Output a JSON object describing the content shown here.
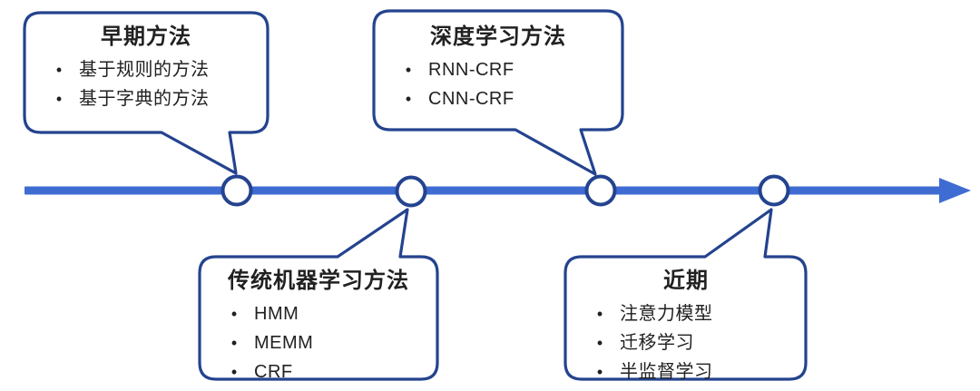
{
  "ui": {
    "bullet_char": "•"
  },
  "colors": {
    "timeline_blue": "#3E6CD2",
    "outline_navy": "#24438F",
    "bubble_fill": "#ffffff",
    "text": "#212121"
  },
  "timeline": {
    "direction": "left-to-right",
    "node_count": 4
  },
  "bubbles": [
    {
      "id": "early-methods",
      "position": "top-left",
      "title": "早期方法",
      "items": [
        "基于规则的方法",
        "基于字典的方法"
      ]
    },
    {
      "id": "deep-learning-methods",
      "position": "top-middle",
      "title": "深度学习方法",
      "items": [
        "RNN-CRF",
        "CNN-CRF"
      ]
    },
    {
      "id": "traditional-ml-methods",
      "position": "bottom-middle",
      "title": "传统机器学习方法",
      "items": [
        "HMM",
        "MEMM",
        "CRF"
      ]
    },
    {
      "id": "recent",
      "position": "bottom-right",
      "title": "近期",
      "items": [
        "注意力模型",
        "迁移学习",
        "半监督学习"
      ]
    }
  ]
}
